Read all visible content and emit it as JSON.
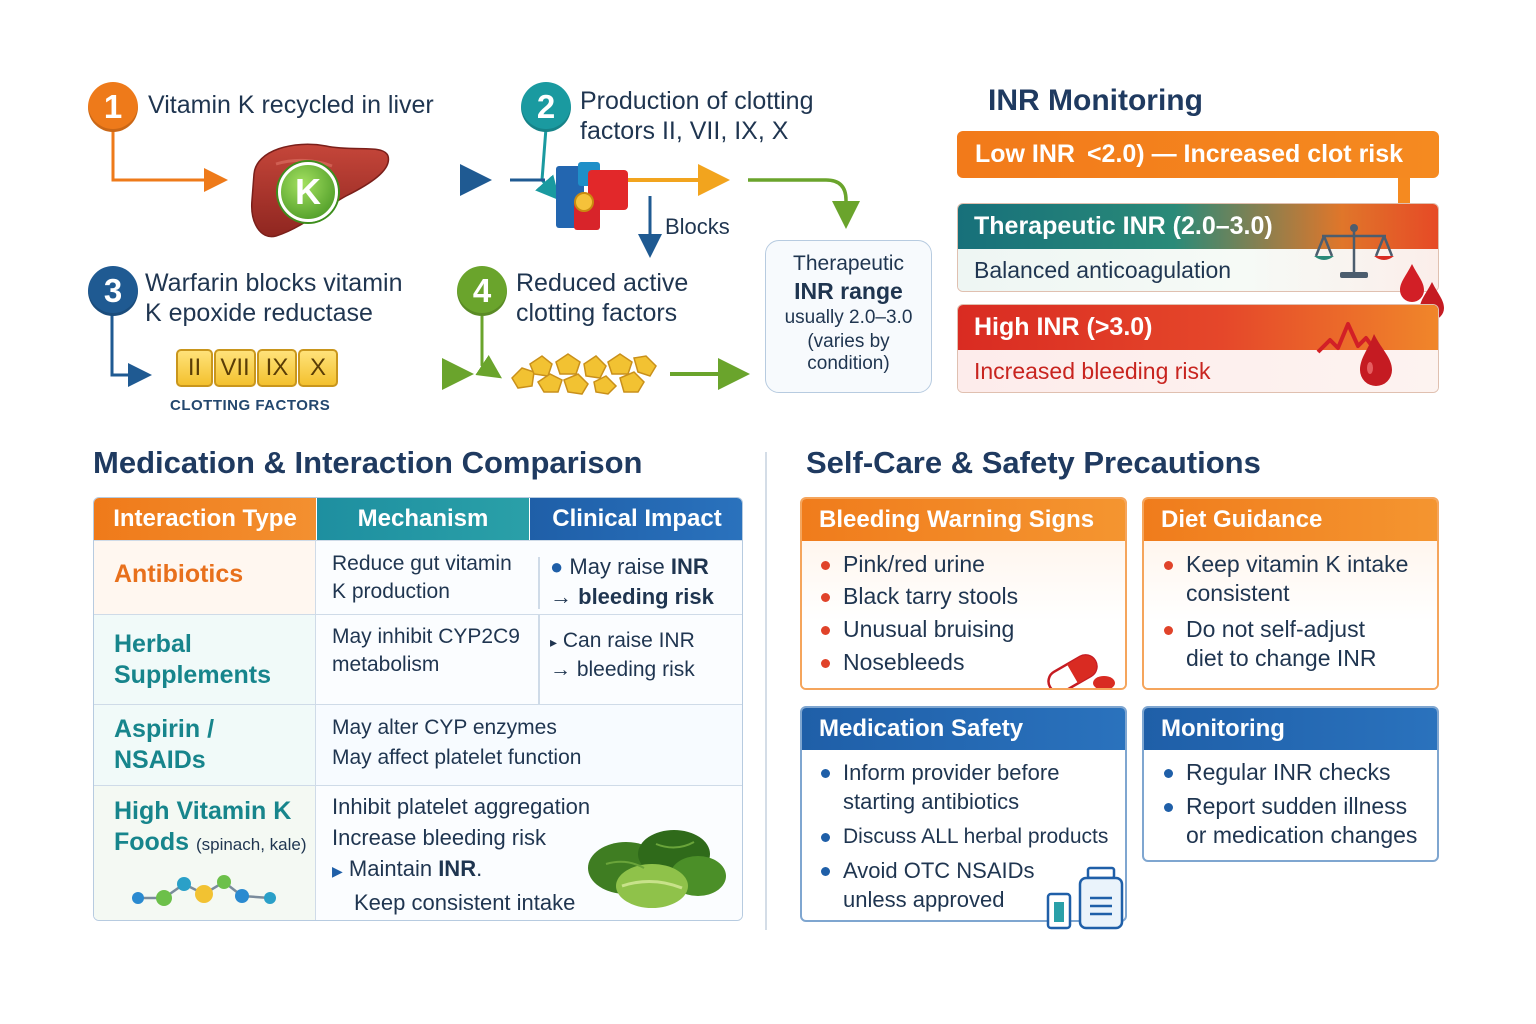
{
  "flow": {
    "step1": {
      "num": "1",
      "text": "Vitamin K recycled in liver",
      "liver_badge": "K",
      "color": "#ee7a1a"
    },
    "step2": {
      "num": "2",
      "line1": "Production of clotting",
      "line2": "factors II, VII, IX, X",
      "color": "#1a9aa0"
    },
    "step3": {
      "num": "3",
      "line1": "Warfarin blocks vitamin",
      "line2": "K epoxide reductase",
      "color": "#1f5a92"
    },
    "step4": {
      "num": "4",
      "line1": "Reduced active",
      "line2": "clotting factors",
      "color": "#6aa42c"
    },
    "blocks_label": "Blocks",
    "clotting_factors": [
      "II",
      "VII",
      "IX",
      "X"
    ],
    "clotting_caption": "CLOTTING FACTORS",
    "therapeutic": {
      "line1": "Therapeutic",
      "line2": "INR range",
      "line3": "usually 2.0–3.0",
      "line4": "(varies by",
      "line5": "condition)"
    }
  },
  "inr": {
    "title": "INR Monitoring",
    "low": "Low INR  <2.0) — Increased clot risk",
    "therapeutic_header": "Therapeutic INR (2.0–3.0)",
    "therapeutic_body": "Balanced anticoagulation",
    "high_header": "High INR (>3.0)",
    "high_body": "Increased bleeding risk",
    "colors": {
      "low": "#f27a1a",
      "therapeutic": "#17707a",
      "high": "#d92b22"
    }
  },
  "medication": {
    "title": "Medication & Interaction Comparison",
    "headers": [
      "Interaction Type",
      "Mechanism",
      "Clinical Impact"
    ],
    "rows": [
      {
        "type": "Antibiotics",
        "mech1": "Reduce gut vitamin",
        "mech2": "K production",
        "imp1_pre": "May raise ",
        "imp1_b": "INR",
        "imp2_pre": "→ ",
        "imp2_b": "bleeding risk"
      },
      {
        "type1": "Herbal",
        "type2": "Supplements",
        "mech1": "May inhibit CYP2C9",
        "mech2": "metabolism",
        "imp1": "Can raise INR",
        "imp2": "→ bleeding risk"
      },
      {
        "type1": "Aspirin /",
        "type2": "NSAIDs",
        "mech1": "May alter CYP enzymes",
        "mech2": "May affect platelet function"
      },
      {
        "type1": "High Vitamin K",
        "type2": "Foods",
        "type2_note": "(spinach, kale)",
        "mech1": "Inhibit platelet aggregation",
        "mech2": "Increase bleeding risk",
        "mech3_pre": "Maintain ",
        "mech3_b": "INR",
        "mech3_post": ".",
        "mech4": "Keep consistent intake"
      }
    ]
  },
  "safety": {
    "title": "Self-Care & Safety Precautions",
    "bleeding": {
      "header": "Bleeding Warning Signs",
      "items": [
        "Pink/red urine",
        "Black tarry stools",
        "Unusual bruising",
        "Nosebleeds"
      ]
    },
    "diet": {
      "header": "Diet Guidance",
      "item1_l1": "Keep vitamin K intake",
      "item1_l2": "consistent",
      "item2_l1": "Do not self-adjust",
      "item2_l2": "diet to change INR"
    },
    "medsafety": {
      "header": "Medication Safety",
      "item1_l1": "Inform provider before",
      "item1_l2": "starting antibiotics",
      "item2": "Discuss ALL herbal products",
      "item3_l1": "Avoid OTC NSAIDs",
      "item3_l2": "unless approved"
    },
    "monitoring": {
      "header": "Monitoring",
      "item1": "Regular INR checks",
      "item2_l1": "Report sudden illness",
      "item2_l2": "or medication changes"
    }
  }
}
